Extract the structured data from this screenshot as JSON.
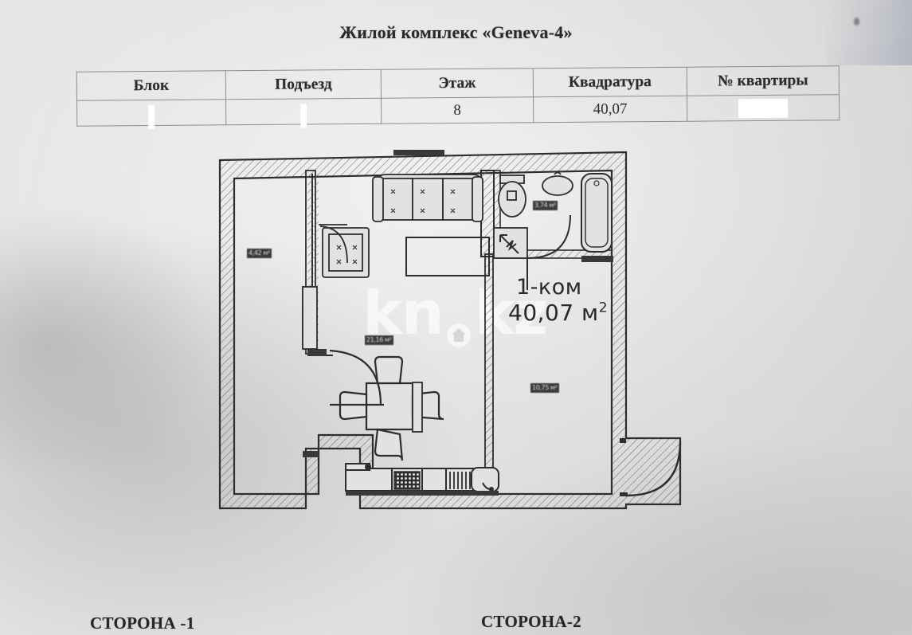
{
  "document": {
    "title": "Жилой комплекс «Geneva-4»"
  },
  "info_table": {
    "headers": [
      "Блок",
      "Подъезд",
      "Этаж",
      "Квадратура",
      "№ квартиры"
    ],
    "values": {
      "block": "",
      "entrance": "",
      "floor": "8",
      "area": "40,07",
      "apartment_number": ""
    },
    "redacted_fields": [
      "block",
      "entrance",
      "apartment_number"
    ]
  },
  "floor_plan": {
    "room_type": "1-ком",
    "total_area": "40,07 м",
    "area_unit_exponent": "2",
    "room_tags": [
      {
        "name": "balcony-area-tag",
        "text": "4,42 м²"
      },
      {
        "name": "bathroom-area-tag",
        "text": "3,74 м²"
      },
      {
        "name": "hall-kitchen-area-tag",
        "text": "21,16 м²"
      },
      {
        "name": "living-room-area-tag",
        "text": "10,75 м²"
      }
    ],
    "fixtures": [
      "sofa",
      "armchair",
      "coffee-table",
      "dining-table",
      "dining-chairs",
      "toilet",
      "sink",
      "bathtub",
      "washing-machine",
      "kitchen-counter",
      "stove",
      "drying-rack",
      "kitchen-sink",
      "entrance-door",
      "bathroom-door",
      "interior-door",
      "balcony-door"
    ]
  },
  "watermark": {
    "text_left": "kn",
    "text_right": "kz",
    "separator": "."
  },
  "orientation_labels": {
    "side_1": "СТОРОНА -1",
    "side_2": "СТОРОНА-2"
  },
  "colors": {
    "paper": "#e4e2e0",
    "ink": "#2c2b2c",
    "wall_hatch": "#6e6c6e",
    "redaction": "#ffffff",
    "tag_background": "#2e2d2e"
  }
}
